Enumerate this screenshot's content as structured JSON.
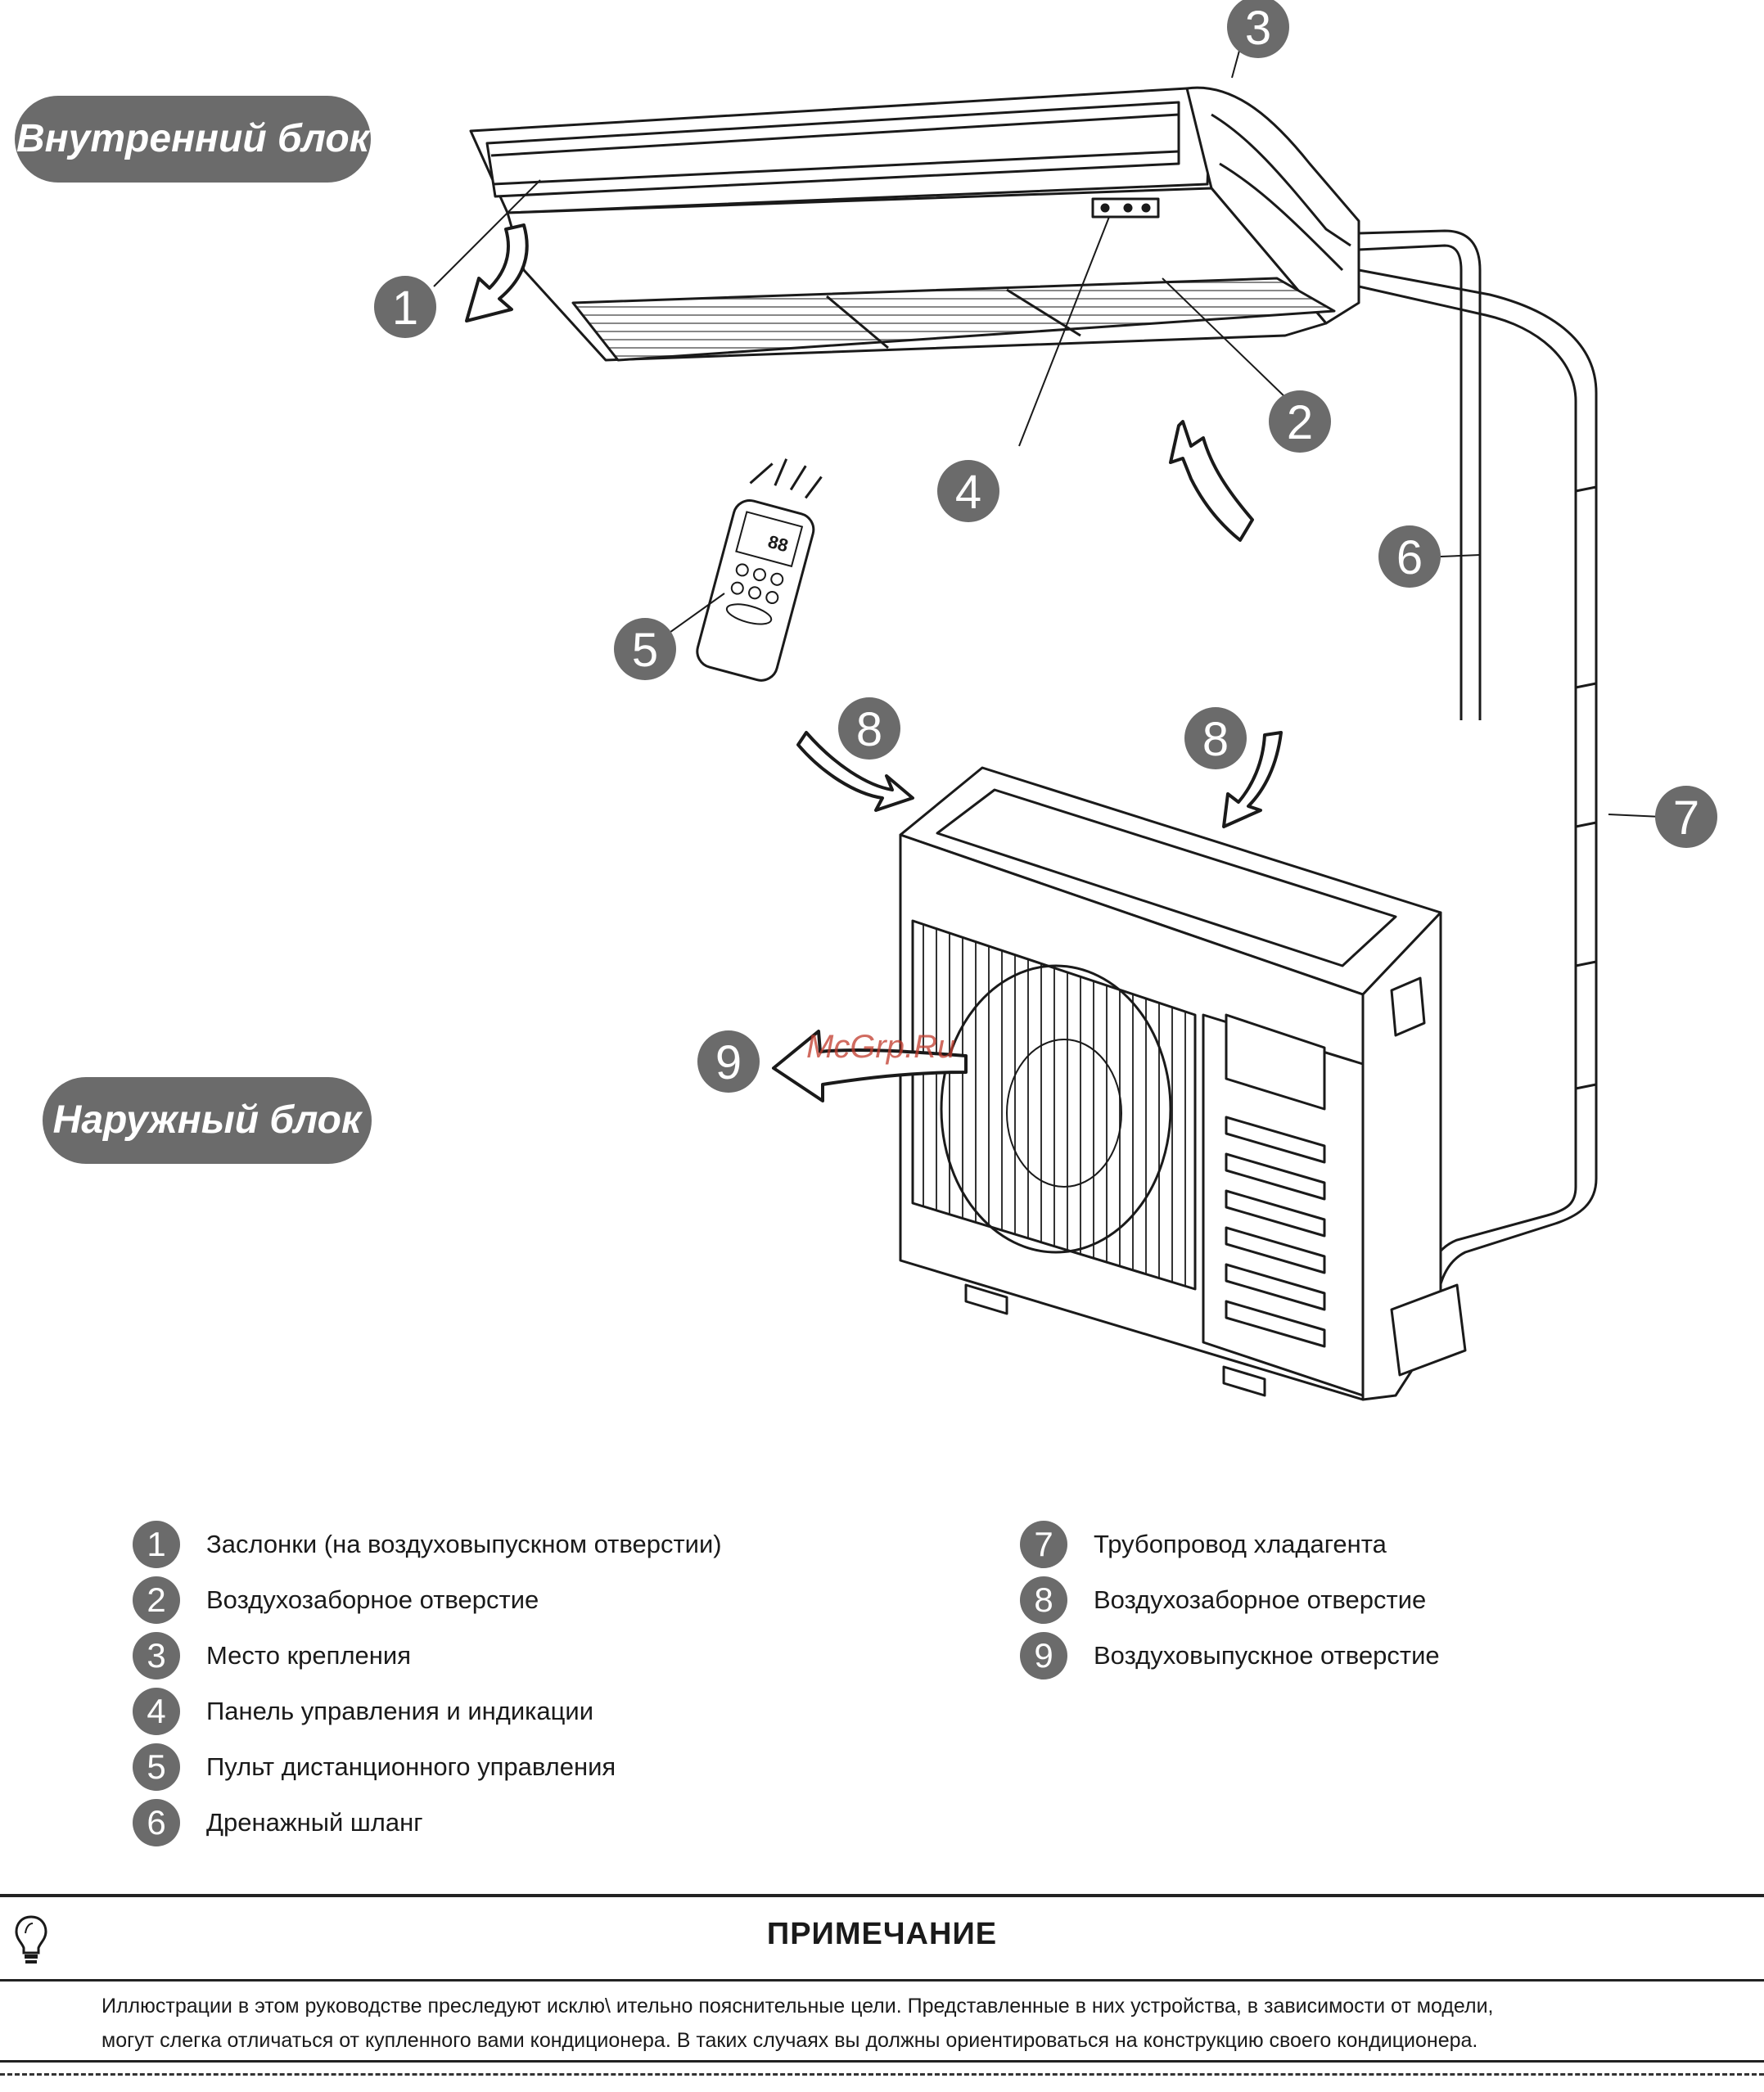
{
  "labels": {
    "indoor_unit": "Внутренний блок",
    "outdoor_unit": "Наружный блок",
    "watermark": "McGrp.Ru"
  },
  "callouts": {
    "c1": "1",
    "c2": "2",
    "c3": "3",
    "c4": "4",
    "c5": "5",
    "c6": "6",
    "c7": "7",
    "c8a": "8",
    "c8b": "8",
    "c9": "9"
  },
  "remote_display": "88",
  "legend_left": [
    {
      "num": "1",
      "text": "Заслонки (на воздуховыпускном отверстии)"
    },
    {
      "num": "2",
      "text": "Воздухозаборное отверстие"
    },
    {
      "num": "3",
      "text": "Место крепления"
    },
    {
      "num": "4",
      "text": "Панель управления и индикации"
    },
    {
      "num": "5",
      "text": "Пульт дистанционного управления"
    },
    {
      "num": "6",
      "text": "Дренажный шланг"
    }
  ],
  "legend_right": [
    {
      "num": "7",
      "text": "Трубопровод хладагента"
    },
    {
      "num": "8",
      "text": "Воздухозаборное отверстие"
    },
    {
      "num": "9",
      "text": "Воздуховыпускное отверстие"
    }
  ],
  "note": {
    "title": "ПРИМЕЧАНИЕ",
    "line1": "Иллюстрации в этом руководстве преследуют исклю\\ ительно пояснительные цели.  Представленные в них устройства, в зависимости от модели,",
    "line2": "могут слегка отличаться от купленного вами кондиционера. В таких случаях вы должны ориентироваться на конструкцию своего кондиционера."
  },
  "colors": {
    "callout_fill": "#6b6b6b",
    "line": "#1a1a1a",
    "watermark": "#c0392b"
  }
}
